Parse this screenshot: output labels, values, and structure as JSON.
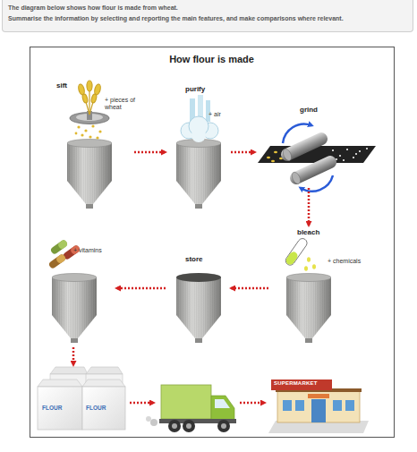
{
  "diagram": {
    "title": "How flour is made",
    "nodes": [
      {
        "text": [
          "The diagram below shows how flour is made from wheat.",
          "Summarise the information by selecting and reporting the main features, and make comparisons where relevant."
        ]
      },
      {
        "text": [
          "sift",
          "+ pieces of wheat"
        ]
      },
      {
        "text": [
          "purify",
          "+ air"
        ]
      },
      {
        "text": [
          "grind"
        ]
      },
      {
        "text": [
          "bleach",
          "+ chemicals"
        ]
      },
      {
        "text": [
          "store"
        ]
      },
      {
        "text": [
          "+ vitamins"
        ]
      },
      {
        "text": [
          "FLOUR",
          "FLOUR"
        ]
      },
      {
        "text": [
          "SUPERMARKET"
        ]
      }
    ],
    "edges": [
      {
        "from": 1,
        "to": 2,
        "arrow": "to"
      },
      {
        "from": 2,
        "to": 3,
        "arrow": "to"
      },
      {
        "from": 3,
        "to": 4,
        "arrow": "to"
      },
      {
        "from": 4,
        "to": 5,
        "arrow": "to"
      },
      {
        "from": 5,
        "to": 6,
        "arrow": "to"
      },
      {
        "from": 6,
        "to": 7,
        "arrow": "to"
      }
    ]
  }
}
